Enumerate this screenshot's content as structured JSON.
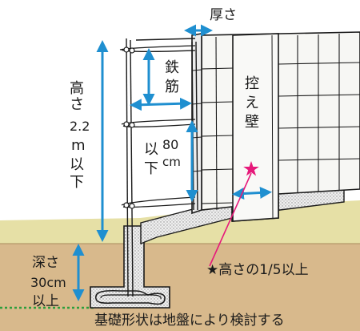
{
  "labels": {
    "thickness": "厚さ",
    "rebar_1": "鉄",
    "rebar_2": "筋",
    "height_1": "高",
    "height_2": "さ",
    "height_3": "2.2",
    "height_4": "m",
    "height_5": "以",
    "height_6": "下",
    "buttress_1": "控",
    "buttress_2": "え",
    "buttress_3": "壁",
    "spacing_1": "80",
    "spacing_2": "cm",
    "spacing_3": "以",
    "spacing_4": "下",
    "depth_1": "深さ",
    "depth_2": "30cm",
    "depth_3": "以上",
    "buttress_rule": "★高さの1/5以上",
    "foundation_note": "基礎形状は地盤により検討する"
  },
  "colors": {
    "arrow_blue": "#1f8fd0",
    "accent_pink": "#e6197a",
    "soil": "#d8b98c",
    "ground_surface": "#e6e0a6",
    "ground_line": "#2e9e3c",
    "wall_white": "#f7f7f4",
    "ink": "#1a1a1a"
  }
}
